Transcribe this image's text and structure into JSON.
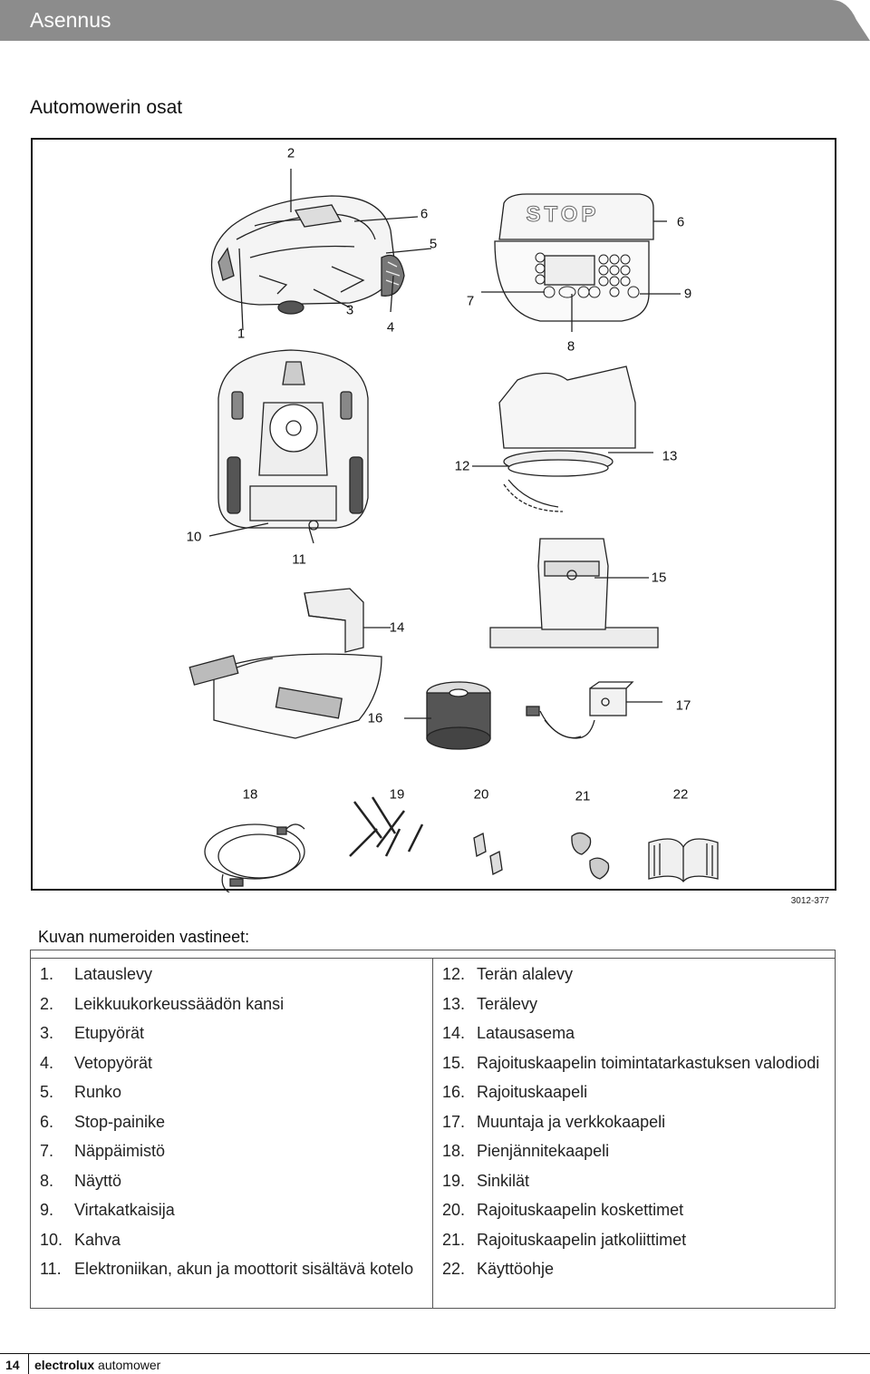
{
  "header": {
    "title": "Asennus",
    "color": "#8c8c8c"
  },
  "section_title": "Automowerin osat",
  "figure": {
    "code": "3012-377",
    "callouts": [
      "1",
      "2",
      "3",
      "4",
      "5",
      "6",
      "6",
      "7",
      "8",
      "9",
      "10",
      "11",
      "12",
      "13",
      "14",
      "15",
      "16",
      "17",
      "18",
      "19",
      "20",
      "21",
      "22"
    ],
    "stop_label": "STOP"
  },
  "legend": {
    "title": "Kuvan numeroiden vastineet:",
    "left": [
      {
        "num": "1.",
        "text": "Latauslevy"
      },
      {
        "num": "2.",
        "text": "Leikkuukorkeussäädön kansi"
      },
      {
        "num": "3.",
        "text": "Etupyörät"
      },
      {
        "num": "4.",
        "text": "Vetopyörät"
      },
      {
        "num": "5.",
        "text": "Runko"
      },
      {
        "num": "6.",
        "text": "Stop-painike"
      },
      {
        "num": "7.",
        "text": "Näppäimistö"
      },
      {
        "num": "8.",
        "text": "Näyttö"
      },
      {
        "num": "9.",
        "text": "Virtakatkaisija"
      },
      {
        "num": "10.",
        "text": "Kahva"
      },
      {
        "num": "11.",
        "text": "Elektroniikan, akun ja moottorit sisältävä kotelo"
      }
    ],
    "right": [
      {
        "num": "12.",
        "text": "Terän alalevy"
      },
      {
        "num": "13.",
        "text": "Terälevy"
      },
      {
        "num": "14.",
        "text": "Latausasema"
      },
      {
        "num": "15.",
        "text": "Rajoituskaapelin toimintatarkastuksen valodiodi"
      },
      {
        "num": "16.",
        "text": "Rajoituskaapeli"
      },
      {
        "num": "17.",
        "text": "Muuntaja ja verkkokaapeli"
      },
      {
        "num": "18.",
        "text": "Pienjännitekaapeli"
      },
      {
        "num": "19.",
        "text": "Sinkilät"
      },
      {
        "num": "20.",
        "text": "Rajoituskaapelin koskettimet"
      },
      {
        "num": "21.",
        "text": "Rajoituskaapelin jatkoliittimet"
      },
      {
        "num": "22.",
        "text": "Käyttöohje"
      }
    ]
  },
  "footer": {
    "page": "14",
    "brand_bold": "electrolux",
    "brand_rest": "automower"
  }
}
